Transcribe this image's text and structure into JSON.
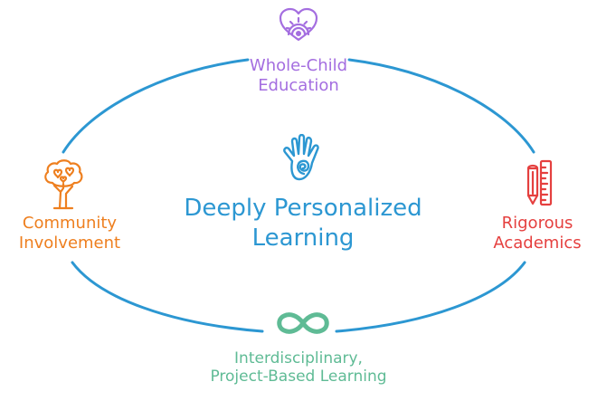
{
  "diagram": {
    "center": {
      "line1": "Deeply Personalized",
      "line2": "Learning",
      "icon": "hand-spiral-icon",
      "color": "#2c97d2"
    },
    "nodes": {
      "top": {
        "line1": "Whole-Child",
        "line2": "Education",
        "icon": "heart-sun-icon",
        "color": "#a46ee0"
      },
      "left": {
        "line1": "Community",
        "line2": "Involvement",
        "icon": "tree-icon",
        "color": "#ee7f1f"
      },
      "right": {
        "line1": "Rigorous",
        "line2": "Academics",
        "icon": "pencil-ruler-icon",
        "color": "#e5403f"
      },
      "bottom": {
        "line1": "Interdisciplinary,",
        "line2": "Project-Based Learning",
        "icon": "infinity-icon",
        "color": "#5fbb95"
      }
    },
    "ring_color": "#2c97d2"
  }
}
